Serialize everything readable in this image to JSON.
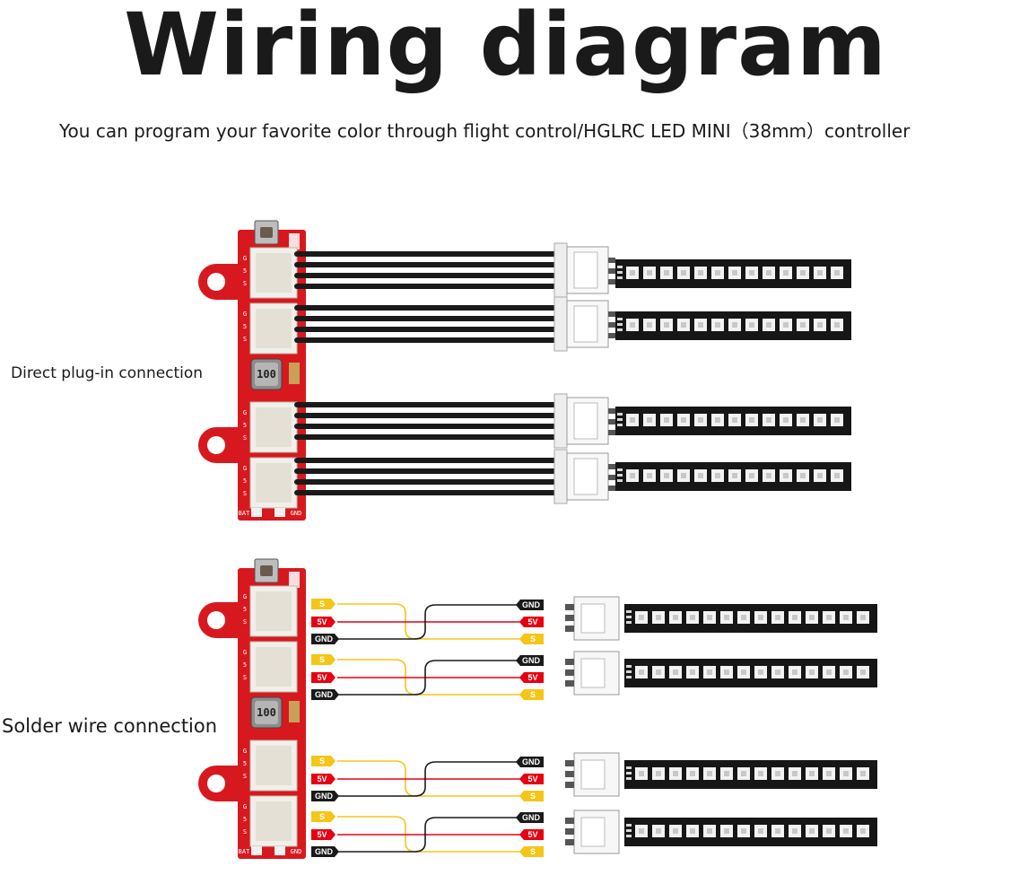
{
  "title": "Wiring diagram",
  "subtitle": "You can program your favorite color through flight control/HGLRC LED MINI（38mm）controller",
  "sections": [
    {
      "label": "Direct plug-in connection",
      "strips": 4,
      "leds_per_strip": 13
    },
    {
      "label": "Solder wire connection",
      "strips": 4,
      "leds_per_strip": 14
    }
  ],
  "board": {
    "inductor_label": "100",
    "pad_labels": [
      "G",
      "5",
      "S"
    ],
    "bottom_labels": [
      "BAT",
      "GND"
    ]
  },
  "pins": {
    "signal": "S",
    "power": "5V",
    "ground": "GND"
  },
  "colors": {
    "board_red": "#d7191f",
    "wire_black": "#1a1a1a",
    "wire_red": "#e60012",
    "wire_yellow": "#f5c518",
    "strip_black": "#161616",
    "led_white": "#f2f2f2"
  }
}
